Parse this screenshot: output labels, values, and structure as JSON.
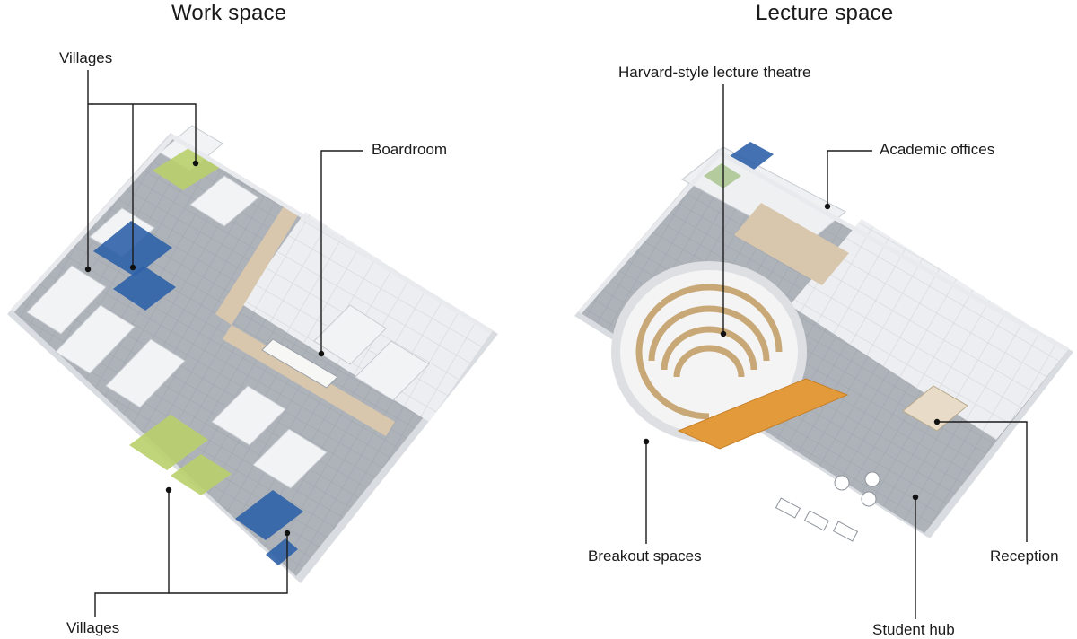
{
  "work_space": {
    "title": "Work space",
    "labels": {
      "villages_top": "Villages",
      "boardroom": "Boardroom",
      "villages_bottom": "Villages"
    }
  },
  "lecture_space": {
    "title": "Lecture space",
    "labels": {
      "lecture_theatre": "Harvard-style lecture theatre",
      "academic_offices": "Academic offices",
      "breakout_spaces": "Breakout spaces",
      "reception": "Reception",
      "student_hub": "Student hub"
    }
  },
  "colors": {
    "village_green": "#b9cf6b",
    "village_blue": "#2f62a8",
    "corridor_tan": "#d9c7ad",
    "floor_grey": "#b8bcc2",
    "wall_white": "#f2f3f5",
    "theatre_orange": "#e39a3a",
    "theatre_wood": "#c9a877"
  }
}
